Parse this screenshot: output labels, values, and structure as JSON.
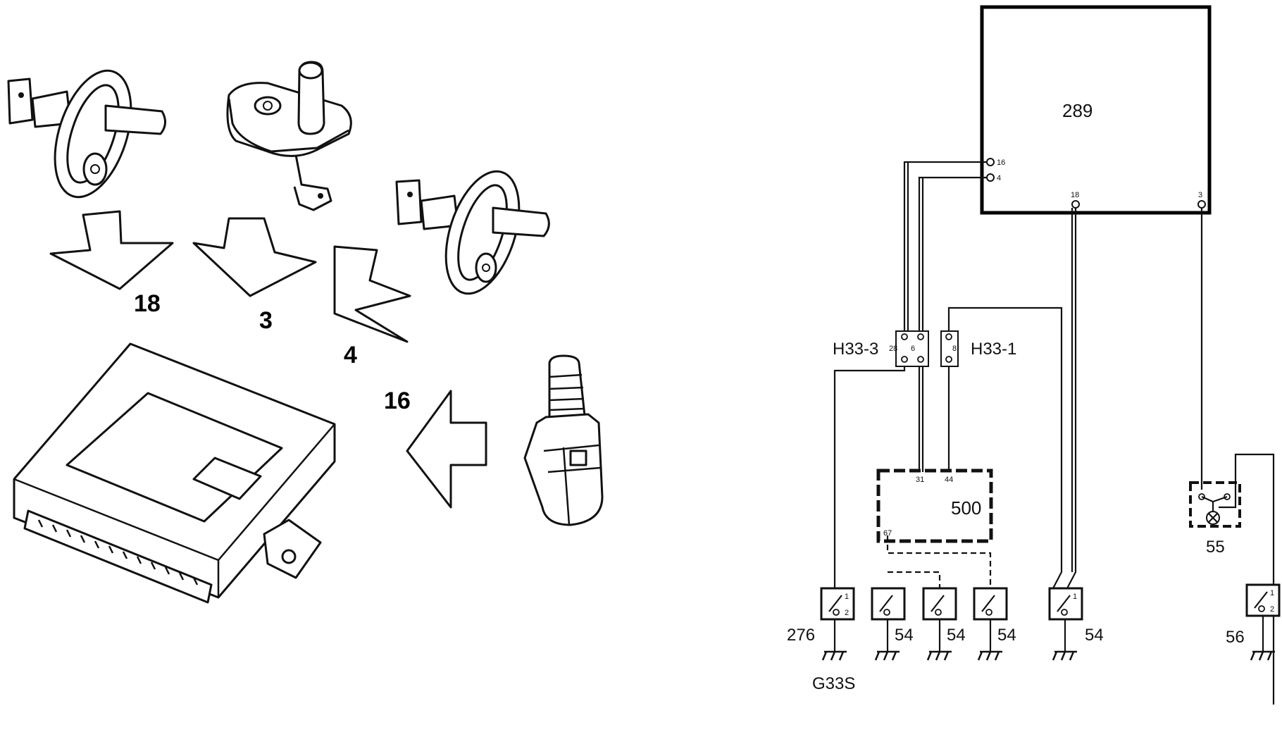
{
  "pictorial": {
    "arrow_labels": [
      {
        "id": "a18",
        "text": "18"
      },
      {
        "id": "a3",
        "text": "3"
      },
      {
        "id": "a4",
        "text": "4"
      },
      {
        "id": "a16",
        "text": "16"
      }
    ]
  },
  "schematic": {
    "ecu": {
      "label": "289",
      "pins": {
        "p16": "16",
        "p4": "4",
        "p18": "18",
        "p3": "3"
      }
    },
    "connectors": {
      "h33_3": {
        "label": "H33-3",
        "pins": [
          "28",
          "6"
        ]
      },
      "h33_1": {
        "label": "H33-1",
        "pins": [
          "8"
        ]
      }
    },
    "module": {
      "label": "500",
      "pins": {
        "p31": "31",
        "p44": "44",
        "p67": "67"
      }
    },
    "lamp": {
      "label": "55"
    },
    "switches": [
      {
        "label": "276",
        "pins": [
          "1",
          "2"
        ]
      },
      {
        "label": "54",
        "pins": []
      },
      {
        "label": "54",
        "pins": []
      },
      {
        "label": "54",
        "pins": []
      },
      {
        "label": "54",
        "pins": [
          "1"
        ]
      },
      {
        "label": "56",
        "pins": [
          "1",
          "2"
        ]
      }
    ],
    "ground": {
      "label": "G33S"
    }
  }
}
